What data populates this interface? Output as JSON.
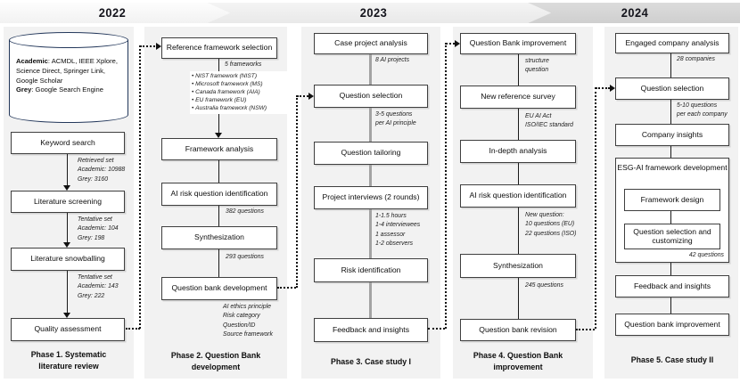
{
  "timeline": {
    "y2022": "2022",
    "y2023": "2023",
    "y2024": "2024"
  },
  "p1": {
    "db_academic_label": "Academic",
    "db_academic_text": ": ACMDL, IEEE Xplore, Science Direct, Springer Link, Google Scholar",
    "db_grey_label": "Grey",
    "db_grey_text": ": Google Search Engine",
    "steps": [
      "Keyword search",
      "Literature screening",
      "Literature snowballing",
      "Quality assessment"
    ],
    "ann_retrieved": [
      "Retrieved set",
      "Academic: 10988",
      "Grey: 3160"
    ],
    "ann_screen": [
      "Tentative set",
      "Academic: 104",
      "Grey: 198"
    ],
    "ann_snowball": [
      "Tentative set",
      "Academic: 143",
      "Grey: 222"
    ],
    "label": "Phase 1. Systematic literature review"
  },
  "p2": {
    "steps": [
      "Reference framework selection",
      "Framework analysis",
      "AI risk question identification",
      "Synthesization",
      "Question bank development"
    ],
    "ann_count": "5 frameworks",
    "frameworks": [
      "NIST framework (NIST)",
      "Microsoft framework (MS)",
      "Canada framework (AIA)",
      "EU framework (EU)",
      "Australia framework (NSW)"
    ],
    "ann_q1": "382 questions",
    "ann_q2": "293 questions",
    "ann_qbd": [
      "AI ethics principle",
      "Risk category",
      "Question/ID",
      "Source framework"
    ],
    "label": "Phase 2. Question Bank development"
  },
  "p3": {
    "steps": [
      "Case project analysis",
      "Question selection",
      "Question tailoring",
      "Project interviews (2 rounds)",
      "Risk identification",
      "Feedback and insights"
    ],
    "ann_projects": "8 AI projects",
    "ann_select": [
      "3-5 questions",
      "per AI principle"
    ],
    "ann_interviews": [
      "1-1.5 hours",
      "1-4 interviewees",
      "1 assessor",
      "1-2 observers"
    ],
    "label": "Phase 3. Case study I"
  },
  "p4": {
    "steps": [
      "Question Bank improvement",
      "New reference survey",
      "In-depth analysis",
      "AI risk question identification",
      "Synthesization",
      "Question bank revision"
    ],
    "ann_structure": [
      "structure",
      "question"
    ],
    "ann_refs": [
      "EU AI Act",
      "ISO/IEC standard"
    ],
    "ann_new": [
      "New question:",
      "10 questions (EU)",
      "22 questions (ISO)"
    ],
    "ann_q": "245 questions",
    "label": "Phase 4. Question Bank improvement"
  },
  "p5": {
    "steps": [
      "Engaged company analysis",
      "Question selection",
      "Company insights",
      "Feedback and insights",
      "Question bank improvement"
    ],
    "esg_title": "ESG-AI framework development",
    "esg_steps": [
      "Framework design",
      "Question selection and customizing"
    ],
    "ann_companies": "28 companies",
    "ann_select": [
      "5-10 questions",
      "per each company"
    ],
    "ann_q": "42 questions",
    "label": "Phase 5. Case study II"
  },
  "colors": {
    "panel": "#f2f2f2",
    "box_border": "#3f3f3f",
    "cylinder_border": "#24385b",
    "banner_2024": "#d6d6d6"
  }
}
